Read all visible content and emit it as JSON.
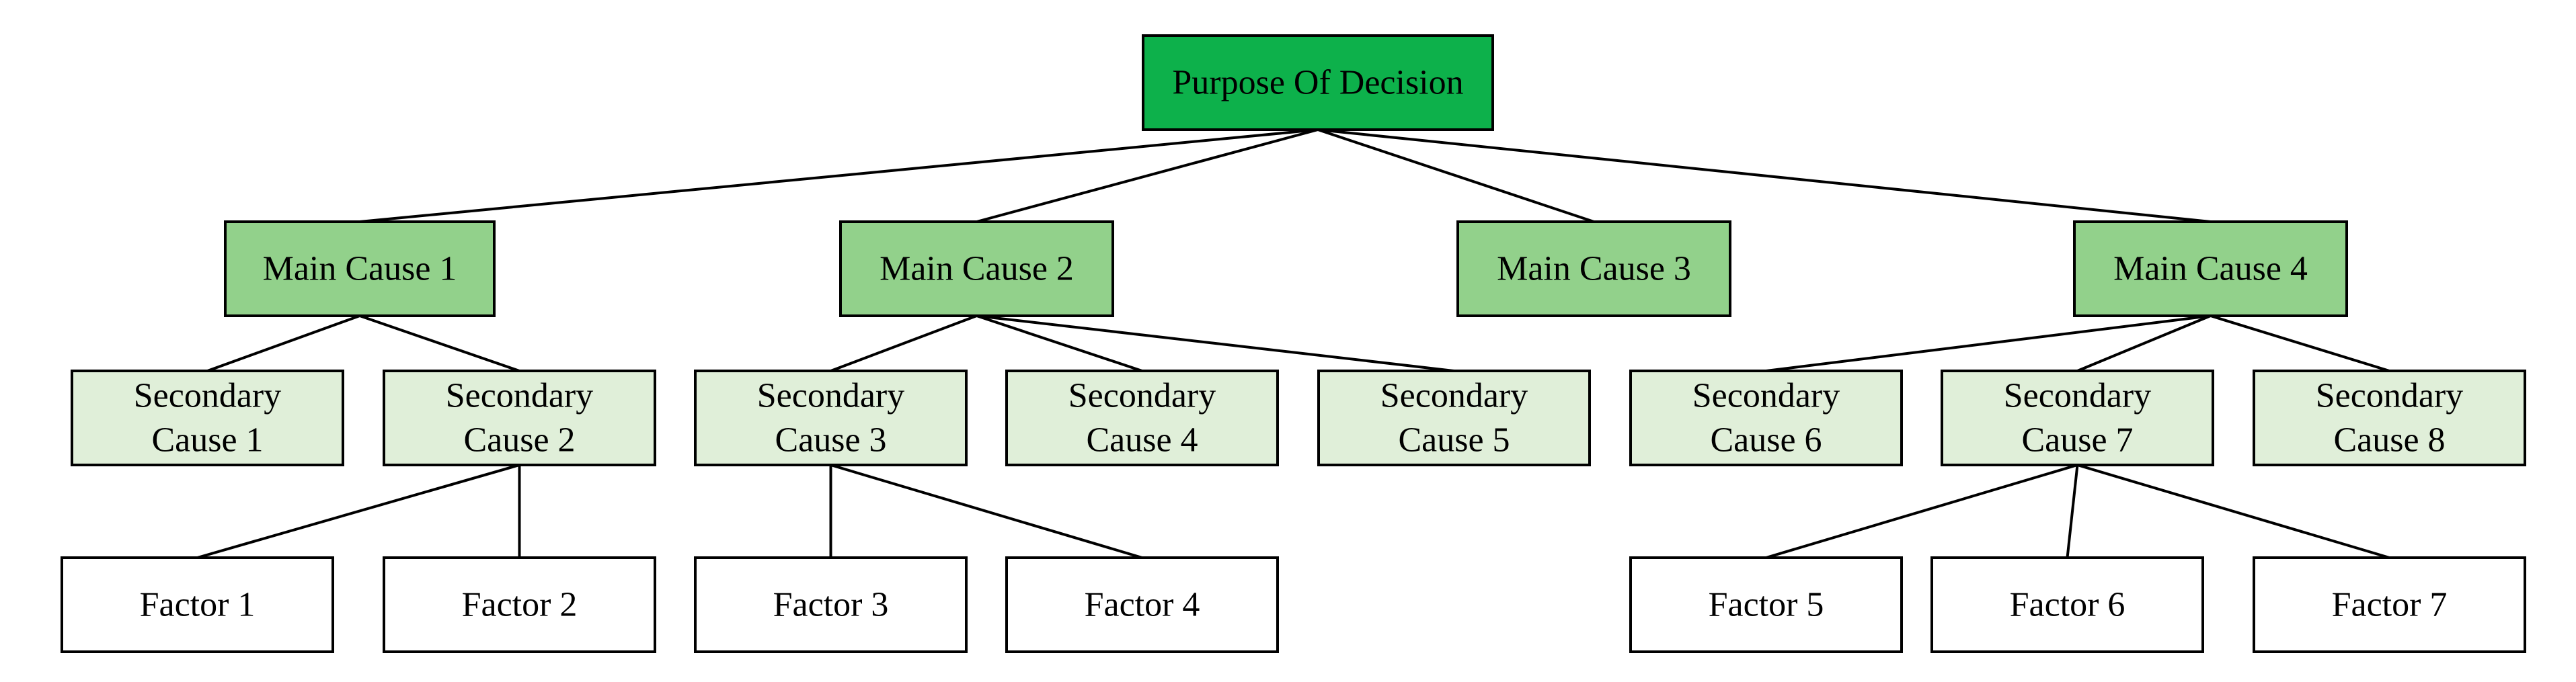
{
  "colors": {
    "root_fill": "#0db14b",
    "main_fill": "#92d18b",
    "secondary_fill": "#e0efd9",
    "factor_fill": "#ffffff",
    "stroke": "#000000"
  },
  "root": {
    "label": "Purpose Of Decision"
  },
  "main_causes": [
    {
      "id": "m1",
      "label": "Main Cause 1"
    },
    {
      "id": "m2",
      "label": "Main Cause 2"
    },
    {
      "id": "m3",
      "label": "Main Cause 3"
    },
    {
      "id": "m4",
      "label": "Main Cause 4"
    }
  ],
  "secondary_causes": [
    {
      "id": "s1",
      "parent": "m1",
      "lines": [
        "Secondary",
        "Cause 1"
      ]
    },
    {
      "id": "s2",
      "parent": "m1",
      "lines": [
        "Secondary",
        "Cause 2"
      ]
    },
    {
      "id": "s3",
      "parent": "m2",
      "lines": [
        "Secondary",
        "Cause 3"
      ]
    },
    {
      "id": "s4",
      "parent": "m2",
      "lines": [
        "Secondary",
        "Cause 4"
      ]
    },
    {
      "id": "s5",
      "parent": "m2",
      "lines": [
        "Secondary",
        "Cause 5"
      ]
    },
    {
      "id": "s6",
      "parent": "m4",
      "lines": [
        "Secondary",
        "Cause 6"
      ]
    },
    {
      "id": "s7",
      "parent": "m4",
      "lines": [
        "Secondary",
        "Cause 7"
      ]
    },
    {
      "id": "s8",
      "parent": "m4",
      "lines": [
        "Secondary",
        "Cause 8"
      ]
    }
  ],
  "factors": [
    {
      "id": "f1",
      "parent": "s2",
      "label": "Factor 1"
    },
    {
      "id": "f2",
      "parent": "s2",
      "label": "Factor 2"
    },
    {
      "id": "f3",
      "parent": "s3",
      "label": "Factor 3"
    },
    {
      "id": "f4",
      "parent": "s3",
      "label": "Factor 4"
    },
    {
      "id": "f5",
      "parent": "s7",
      "label": "Factor 5"
    },
    {
      "id": "f6",
      "parent": "s7",
      "label": "Factor 6"
    },
    {
      "id": "f7",
      "parent": "s7",
      "label": "Factor 7"
    }
  ]
}
